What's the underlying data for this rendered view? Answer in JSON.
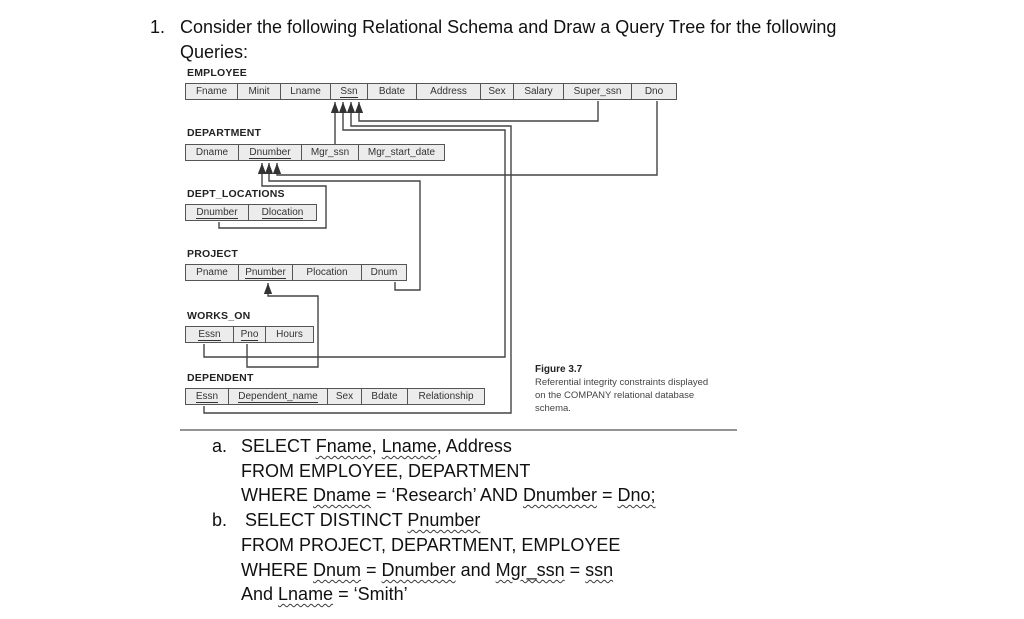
{
  "question": {
    "number": "1.",
    "line1": "Consider the following Relational Schema and Draw a Query Tree for the following",
    "line2": "Queries:"
  },
  "schema": {
    "employee": {
      "name": "EMPLOYEE",
      "cols": [
        "Fname",
        "Minit",
        "Lname",
        "Ssn",
        "Bdate",
        "Address",
        "Sex",
        "Salary",
        "Super_ssn",
        "Dno"
      ]
    },
    "department": {
      "name": "DEPARTMENT",
      "cols": [
        "Dname",
        "Dnumber",
        "Mgr_ssn",
        "Mgr_start_date"
      ]
    },
    "dept_locations": {
      "name": "DEPT_LOCATIONS",
      "cols": [
        "Dnumber",
        "Dlocation"
      ]
    },
    "project": {
      "name": "PROJECT",
      "cols": [
        "Pname",
        "Pnumber",
        "Plocation",
        "Dnum"
      ]
    },
    "works_on": {
      "name": "WORKS_ON",
      "cols": [
        "Essn",
        "Pno",
        "Hours"
      ]
    },
    "dependent": {
      "name": "DEPENDENT",
      "cols": [
        "Essn",
        "Dependent_name",
        "Sex",
        "Bdate",
        "Relationship"
      ]
    }
  },
  "figure": {
    "title": "Figure 3.7",
    "caption1": "Referential integrity constraints displayed",
    "caption2": "on the COMPANY relational database",
    "caption3": "schema."
  },
  "queries": {
    "a": {
      "marker": "a.",
      "l1": [
        "SELECT ",
        "Fname",
        ", ",
        "Lname",
        ", Address"
      ],
      "l2": "FROM EMPLOYEE, DEPARTMENT",
      "l3": [
        "WHERE ",
        "Dname",
        " = ‘Research’ AND ",
        "Dnumber",
        " = ",
        "Dno;"
      ]
    },
    "b": {
      "marker": "b.",
      "l1": [
        "SELECT DISTINCT ",
        "Pnumber"
      ],
      "l2": "FROM PROJECT, DEPARTMENT, EMPLOYEE",
      "l3": [
        "WHERE ",
        "Dnum",
        " = ",
        "Dnumber",
        " and ",
        "Mgr_ssn",
        " = ",
        "ssn"
      ],
      "l4": [
        "And ",
        "Lname",
        " = ‘Smith’"
      ]
    }
  }
}
